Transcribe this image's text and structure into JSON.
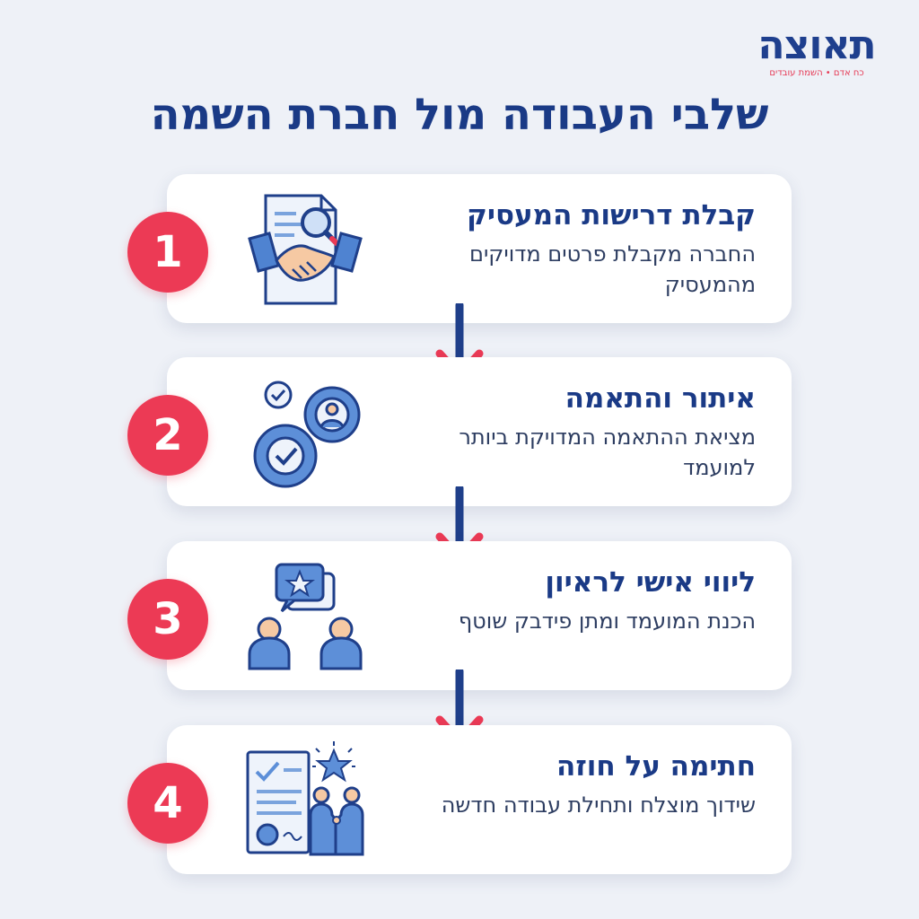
{
  "logo": {
    "word": "תאוצה",
    "tagline": "כח אדם • השמת עובדים"
  },
  "title": "שלבי העבודה מול חברת השמה",
  "steps": [
    {
      "number": "1",
      "title": "קבלת דרישות המעסיק",
      "description": "החברה מקבלת פרטים מדויקים מהמעסיק",
      "icon": "document-handshake-icon"
    },
    {
      "number": "2",
      "title": "איתור והתאמה",
      "description": "מציאת ההתאמה המדויקת ביותר למועמד",
      "icon": "gears-person-check-icon"
    },
    {
      "number": "3",
      "title": "ליווי אישי לראיון",
      "description": "הכנת המועמד ומתן פידבק שוטף",
      "icon": "interview-chat-icon"
    },
    {
      "number": "4",
      "title": "חתימה על חוזה",
      "description": "שידוך מוצלח ותחילת עבודה חדשה",
      "icon": "contract-handshake-icon"
    }
  ],
  "colors": {
    "accent": "#ec3a55",
    "primary": "#1a3a86",
    "background": "#eef1f7",
    "icon_blue": "#5d8fd8"
  }
}
